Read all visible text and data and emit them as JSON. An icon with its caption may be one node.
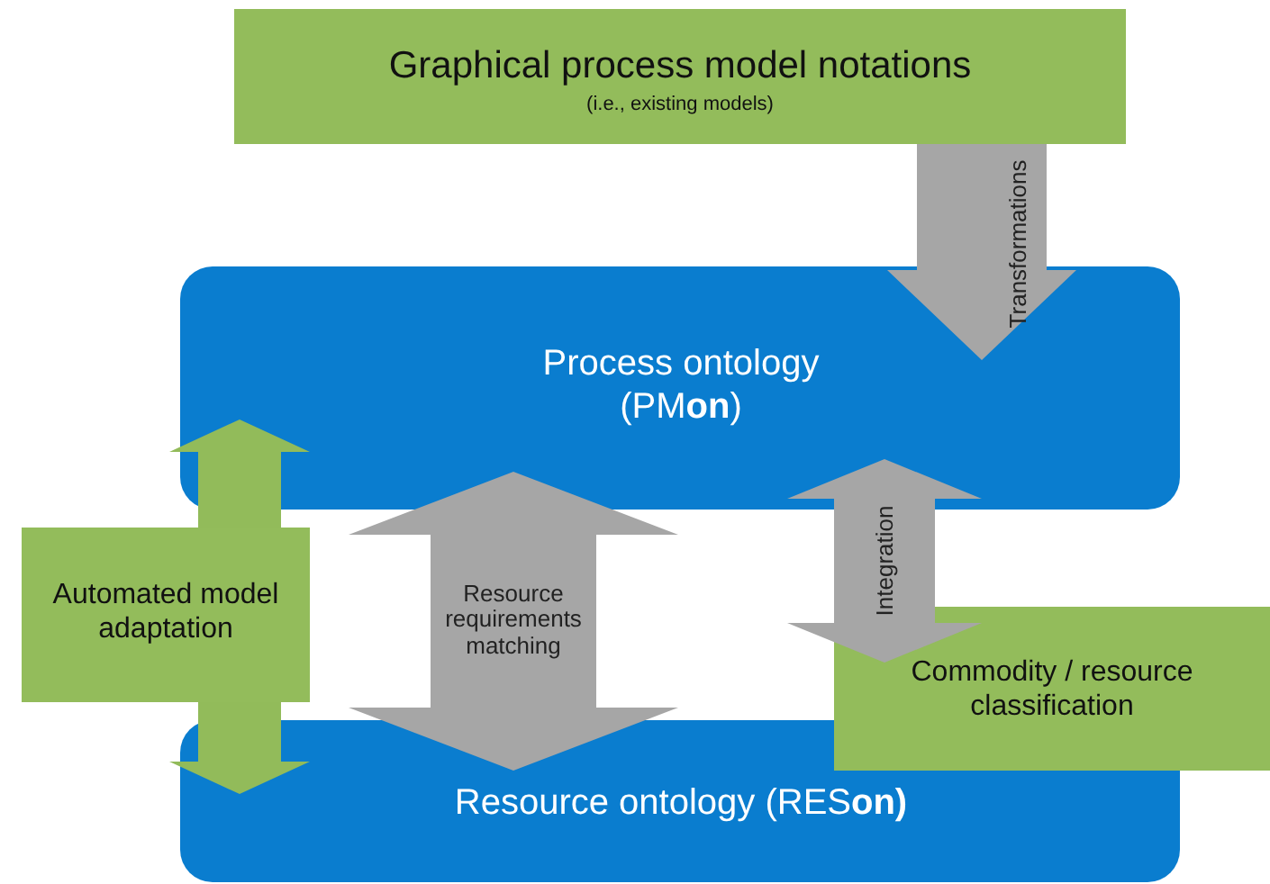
{
  "diagram": {
    "nodes": [
      {
        "text": [
          "Graphical process model notations",
          "(i.e., existing models)"
        ]
      },
      {
        "text": [
          "Process ontology (PM**on**)"
        ]
      },
      {
        "text": [
          "Resource ontology (RES**on)**"
        ]
      },
      {
        "text": [
          "Automated model adaptation"
        ]
      },
      {
        "text": [
          "Commodity / resource classification"
        ]
      }
    ],
    "edges": [
      {
        "from": 0,
        "to": 1,
        "arrow": "to",
        "label": "Transformations"
      },
      {
        "from": 1,
        "to": 2,
        "arrow": "both",
        "label": "Resource requirements matching"
      },
      {
        "from": 1,
        "to": 4,
        "arrow": "both",
        "label": "Integration"
      },
      {
        "from": 3,
        "to": 1,
        "arrow": "to",
        "color": "#92bb5a"
      },
      {
        "from": 3,
        "to": 2,
        "arrow": "to",
        "color": "#92bb5a"
      }
    ]
  }
}
